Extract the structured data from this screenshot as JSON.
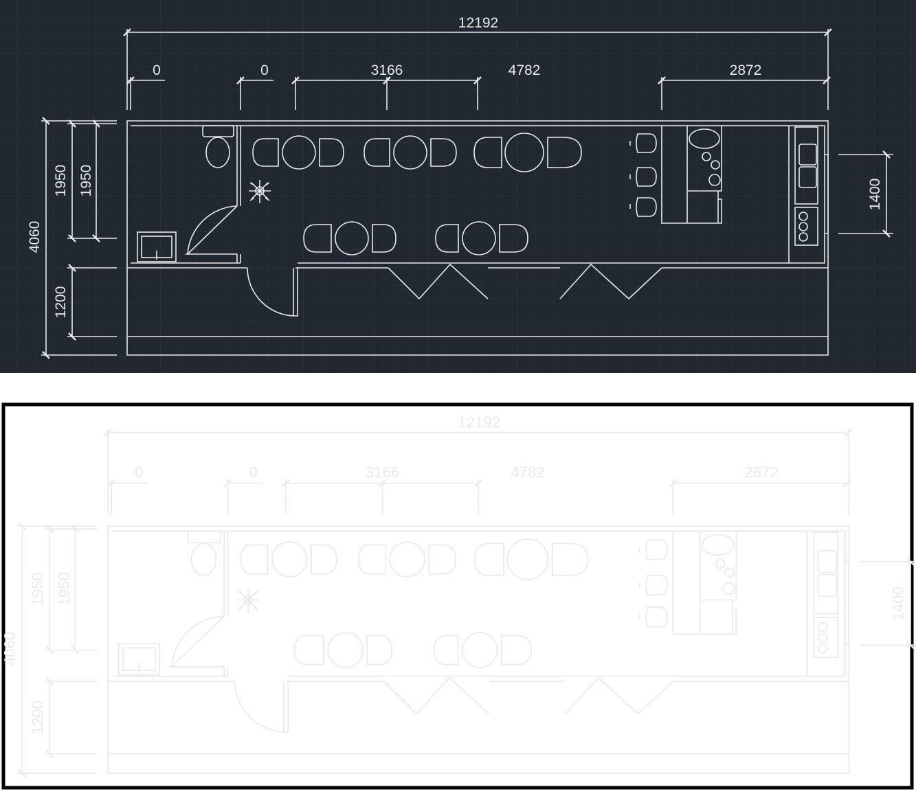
{
  "panels": [
    {
      "name": "dark-cad-view",
      "background": "#212830",
      "stroke": "#e8eaec"
    },
    {
      "name": "print-preview-view",
      "background": "#ffffff",
      "stroke": "#000000"
    }
  ],
  "dimensions": {
    "overall_length": "12192",
    "segment_1": "0",
    "segment_2": "0",
    "segment_3": "3166",
    "segment_4": "4782",
    "segment_5": "2872",
    "overall_width": "4060",
    "room_depth_outer": "1950",
    "room_depth_inner": "1950",
    "corridor_depth": "1200",
    "window_width": "1400"
  }
}
